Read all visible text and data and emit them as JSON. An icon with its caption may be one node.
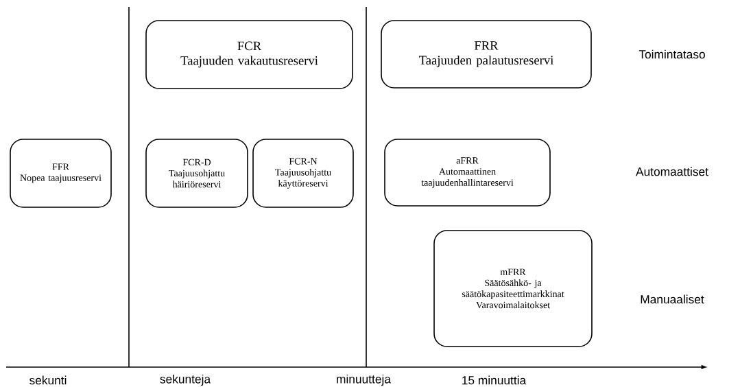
{
  "diagram": {
    "nodes": [
      {
        "text": [
          "FCR",
          "Taajuuden vakautusreservi"
        ]
      },
      {
        "text": [
          "FRR",
          "Taajuuden palautusreservi"
        ]
      },
      {
        "text": [
          "FFR",
          "Nopea taajuusreservi"
        ]
      },
      {
        "text": [
          "FCR-D",
          "Taajuusohjattu häiriöreservi"
        ]
      },
      {
        "text": [
          "FCR-N",
          "Taajuusohjattu käyttöreservi"
        ]
      },
      {
        "text": [
          "aFRR",
          "Automaattinen taajuudenhallintareservi"
        ]
      },
      {
        "text": [
          "mFRR",
          "Säätösähkö- ja säätökapasiteettimarkkinat",
          "Varavoimalaitokset"
        ]
      }
    ],
    "labels": [
      "Toimintataso",
      "Automaattiset",
      "Manuaaliset",
      "sekunti",
      "sekunteja",
      "minuutteja",
      "15 minuuttia"
    ]
  }
}
